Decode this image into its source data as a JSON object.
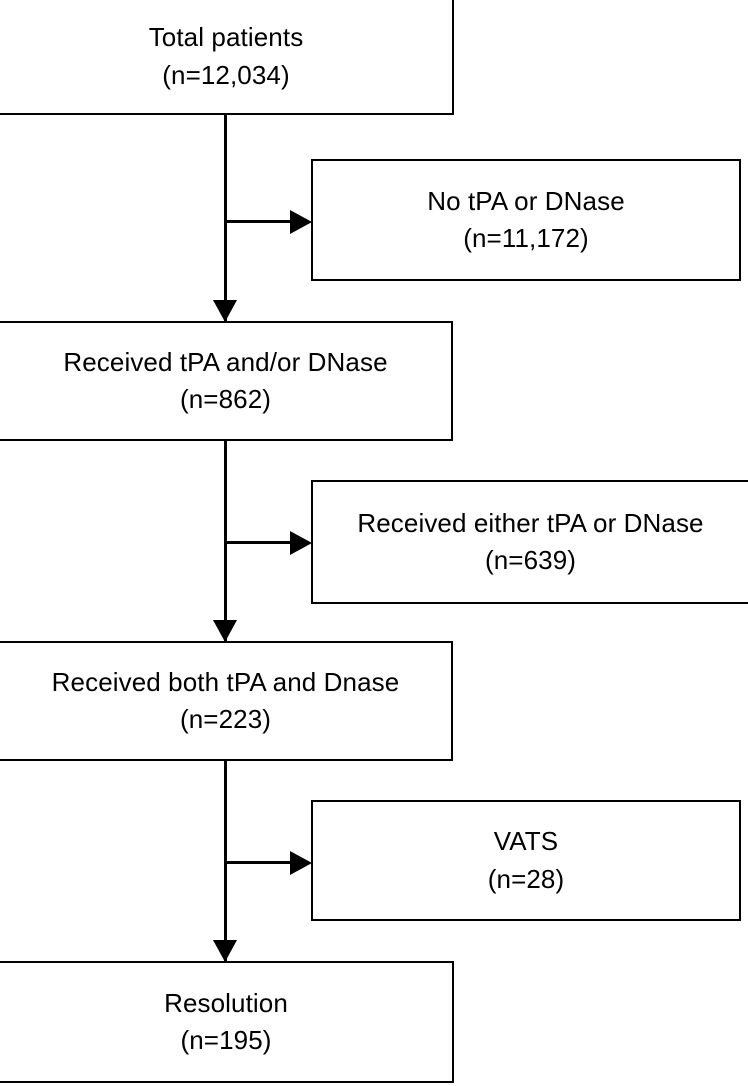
{
  "chart_data": {
    "type": "diagram",
    "diagram_kind": "patient-flow-consort",
    "title": "",
    "orientation": "top-to-bottom with right-hand exclusion branches",
    "nodes": [
      {
        "id": "total",
        "label": "Total patients",
        "count_label": "(n=12,034)",
        "n": 12034,
        "column": "left"
      },
      {
        "id": "no-tpa",
        "label": "No tPA or DNase",
        "count_label": "(n=11,172)",
        "n": 11172,
        "column": "right"
      },
      {
        "id": "received-any",
        "label": "Received tPA and/or DNase",
        "count_label": "(n=862)",
        "n": 862,
        "column": "left"
      },
      {
        "id": "received-either",
        "label": "Received either tPA or DNase",
        "count_label": "(n=639)",
        "n": 639,
        "column": "right"
      },
      {
        "id": "received-both",
        "label": "Received both tPA and Dnase",
        "count_label": "(n=223)",
        "n": 223,
        "column": "left"
      },
      {
        "id": "vats",
        "label": "VATS",
        "count_label": "(n=28)",
        "n": 28,
        "column": "right"
      },
      {
        "id": "resolution",
        "label": "Resolution",
        "count_label": "(n=195)",
        "n": 195,
        "column": "left"
      }
    ],
    "edges": [
      {
        "from": "total",
        "to": "received-any",
        "kind": "down"
      },
      {
        "from": "total",
        "to": "no-tpa",
        "kind": "right"
      },
      {
        "from": "received-any",
        "to": "received-both",
        "kind": "down"
      },
      {
        "from": "received-any",
        "to": "received-either",
        "kind": "right"
      },
      {
        "from": "received-both",
        "to": "resolution",
        "kind": "down"
      },
      {
        "from": "received-both",
        "to": "vats",
        "kind": "right"
      }
    ],
    "colors": {
      "stroke": "#000000",
      "fill": "#ffffff",
      "text": "#000000"
    }
  },
  "boxes": {
    "total": {
      "line1": "Total patients",
      "line2": "(n=12,034)"
    },
    "no_tpa": {
      "line1": "No tPA or DNase",
      "line2": "(n=11,172)"
    },
    "received_any": {
      "line1": "Received tPA and/or DNase",
      "line2": "(n=862)"
    },
    "received_either": {
      "line1": "Received either tPA or DNase",
      "line2": "(n=639)"
    },
    "received_both": {
      "line1": "Received both tPA and Dnase",
      "line2": "(n=223)"
    },
    "vats": {
      "line1": "VATS",
      "line2": "(n=28)"
    },
    "resolution": {
      "line1": "Resolution",
      "line2": "(n=195)"
    }
  }
}
